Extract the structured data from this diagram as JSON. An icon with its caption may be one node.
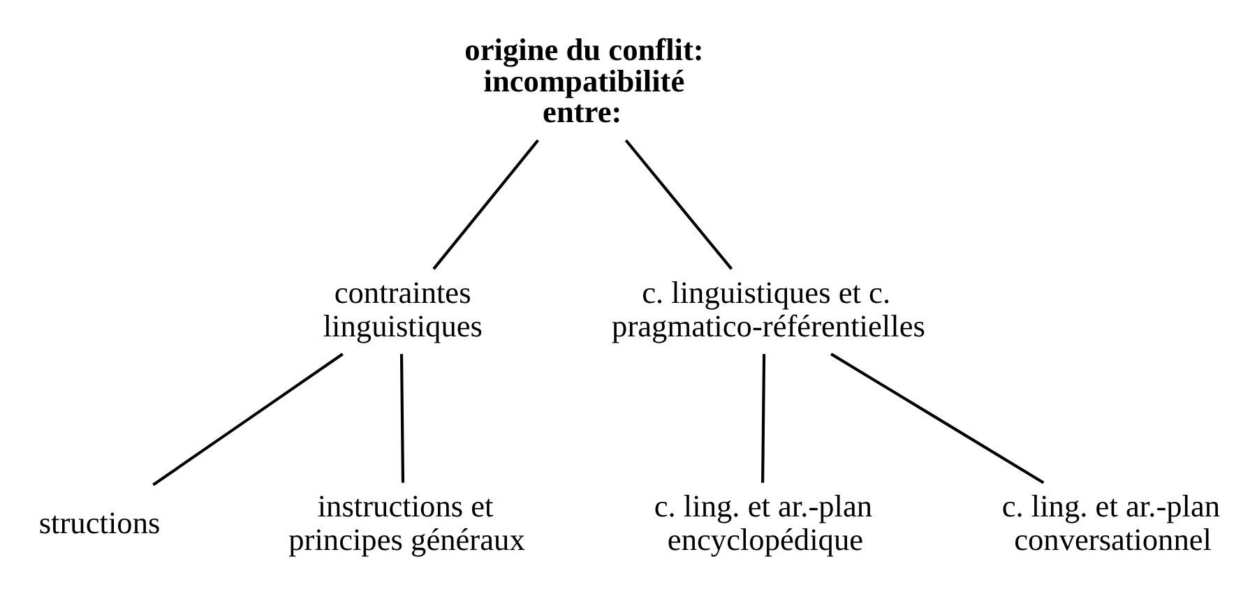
{
  "diagram": {
    "nodes": [
      {
        "text": [
          "origine du conflit: incompatibilité entre:"
        ]
      },
      {
        "text": [
          "contraintes linguistiques"
        ]
      },
      {
        "text": [
          "c. linguistiques et c. pragmatico-référentielles"
        ]
      },
      {
        "text": [
          "structions"
        ]
      },
      {
        "text": [
          "instructions et principes généraux"
        ]
      },
      {
        "text": [
          "c. ling. et ar.-plan encyclopédique"
        ]
      },
      {
        "text": [
          "c. ling. et ar.-plan conversationnel"
        ]
      }
    ],
    "edges": [
      {
        "from": 0,
        "to": 1,
        "arrow": "none"
      },
      {
        "from": 0,
        "to": 2,
        "arrow": "none"
      },
      {
        "from": 1,
        "to": 3,
        "arrow": "none"
      },
      {
        "from": 1,
        "to": 4,
        "arrow": "none"
      },
      {
        "from": 2,
        "to": 5,
        "arrow": "none"
      },
      {
        "from": 2,
        "to": 6,
        "arrow": "none"
      }
    ]
  }
}
